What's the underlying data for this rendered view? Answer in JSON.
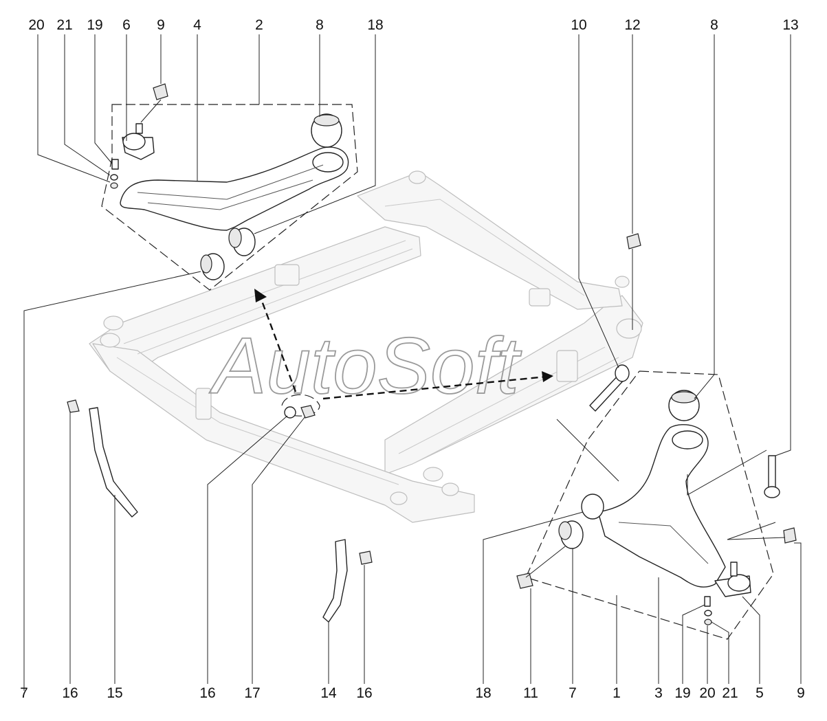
{
  "watermark": "AutoSoft",
  "callouts": [
    {
      "id": "c-top-20",
      "text": "20"
    },
    {
      "id": "c-top-21",
      "text": "21"
    },
    {
      "id": "c-top-19",
      "text": "19"
    },
    {
      "id": "c-top-6",
      "text": "6"
    },
    {
      "id": "c-top-9",
      "text": "9"
    },
    {
      "id": "c-top-4",
      "text": "4"
    },
    {
      "id": "c-top-2",
      "text": "2"
    },
    {
      "id": "c-top-8a",
      "text": "8"
    },
    {
      "id": "c-top-18",
      "text": "18"
    },
    {
      "id": "c-top-10",
      "text": "10"
    },
    {
      "id": "c-top-12",
      "text": "12"
    },
    {
      "id": "c-top-8b",
      "text": "8"
    },
    {
      "id": "c-top-13",
      "text": "13"
    },
    {
      "id": "c-bot-7a",
      "text": "7"
    },
    {
      "id": "c-bot-16a",
      "text": "16"
    },
    {
      "id": "c-bot-15",
      "text": "15"
    },
    {
      "id": "c-bot-16b",
      "text": "16"
    },
    {
      "id": "c-bot-17",
      "text": "17"
    },
    {
      "id": "c-bot-14",
      "text": "14"
    },
    {
      "id": "c-bot-16c",
      "text": "16"
    },
    {
      "id": "c-bot-18",
      "text": "18"
    },
    {
      "id": "c-bot-11",
      "text": "11"
    },
    {
      "id": "c-bot-7b",
      "text": "7"
    },
    {
      "id": "c-bot-1",
      "text": "1"
    },
    {
      "id": "c-bot-3",
      "text": "3"
    },
    {
      "id": "c-bot-19",
      "text": "19"
    },
    {
      "id": "c-bot-20",
      "text": "20"
    },
    {
      "id": "c-bot-21",
      "text": "21"
    },
    {
      "id": "c-bot-5",
      "text": "5"
    },
    {
      "id": "c-bot-9",
      "text": "9"
    }
  ]
}
